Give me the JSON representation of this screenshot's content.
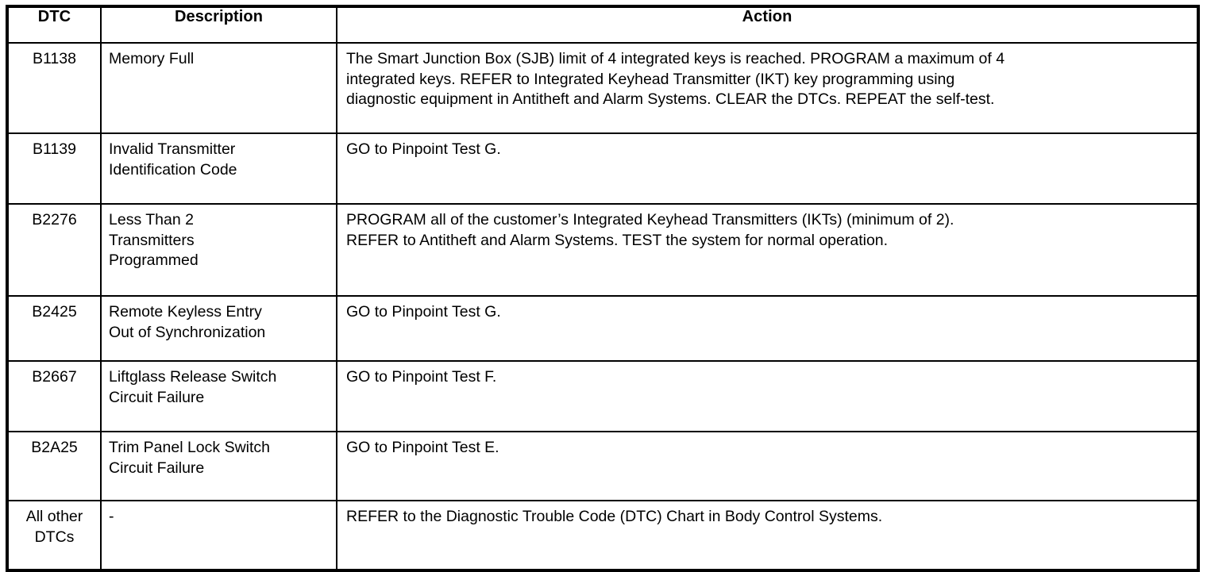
{
  "table": {
    "headers": {
      "dtc": "DTC",
      "description": "Description",
      "action": "Action"
    },
    "rows": [
      {
        "dtc": "B1138",
        "dtc_lines": [
          "B1138"
        ],
        "description": "Memory Full",
        "description_lines": [
          "Memory Full"
        ],
        "action": "The Smart Junction Box (SJB) limit of 4 integrated keys is reached. PROGRAM a maximum of 4 integrated keys. REFER to Integrated Keyhead Transmitter (IKT) key programming using diagnostic equipment in Antitheft and Alarm Systems. CLEAR the DTCs. REPEAT the self-test.",
        "action_lines": [
          "The Smart Junction Box (SJB) limit of 4 integrated keys is reached. PROGRAM a maximum of 4",
          "integrated keys. REFER to Integrated Keyhead Transmitter (IKT) key programming using",
          "diagnostic equipment in Antitheft and Alarm Systems. CLEAR the DTCs. REPEAT the self-test."
        ]
      },
      {
        "dtc": "B1139",
        "dtc_lines": [
          "B1139"
        ],
        "description": "Invalid Transmitter Identification Code",
        "description_lines": [
          "Invalid Transmitter",
          "Identification Code"
        ],
        "action": "GO to Pinpoint Test G.",
        "action_lines": [
          "GO to Pinpoint Test G."
        ]
      },
      {
        "dtc": "B2276",
        "dtc_lines": [
          "B2276"
        ],
        "description": "Less Than 2 Transmitters Programmed",
        "description_lines": [
          "Less Than 2",
          "Transmitters",
          "Programmed"
        ],
        "action": "PROGRAM all of the customer’s Integrated Keyhead Transmitters (IKTs) (minimum of 2). REFER to Antitheft and Alarm Systems. TEST the system for normal operation.",
        "action_lines": [
          "PROGRAM all of the customer’s Integrated Keyhead Transmitters (IKTs) (minimum of 2).",
          "REFER to Antitheft and Alarm Systems. TEST the system for normal operation."
        ]
      },
      {
        "dtc": "B2425",
        "dtc_lines": [
          "B2425"
        ],
        "description": "Remote Keyless Entry Out of Synchronization",
        "description_lines": [
          "Remote Keyless Entry",
          "Out of Synchronization"
        ],
        "action": "GO to Pinpoint Test G.",
        "action_lines": [
          "GO to Pinpoint Test G."
        ]
      },
      {
        "dtc": "B2667",
        "dtc_lines": [
          "B2667"
        ],
        "description": "Liftglass Release Switch Circuit Failure",
        "description_lines": [
          "Liftglass Release Switch",
          "Circuit Failure"
        ],
        "action": "GO to Pinpoint Test F.",
        "action_lines": [
          "GO to Pinpoint Test F."
        ]
      },
      {
        "dtc": "B2A25",
        "dtc_lines": [
          "B2A25"
        ],
        "description": "Trim Panel Lock Switch Circuit Failure",
        "description_lines": [
          "Trim Panel Lock Switch",
          "Circuit Failure"
        ],
        "action": "GO to Pinpoint Test E.",
        "action_lines": [
          "GO to Pinpoint Test E."
        ]
      },
      {
        "dtc": "All other DTCs",
        "dtc_lines": [
          "All other",
          "DTCs"
        ],
        "description": "-",
        "description_lines": [
          "-"
        ],
        "action": "REFER to the Diagnostic Trouble Code (DTC) Chart in Body Control Systems.",
        "action_lines": [
          "REFER to the Diagnostic Trouble Code (DTC) Chart in Body Control Systems."
        ]
      }
    ]
  },
  "style": {
    "border_color": "#000000",
    "text_color": "#000000",
    "background": "#ffffff"
  }
}
